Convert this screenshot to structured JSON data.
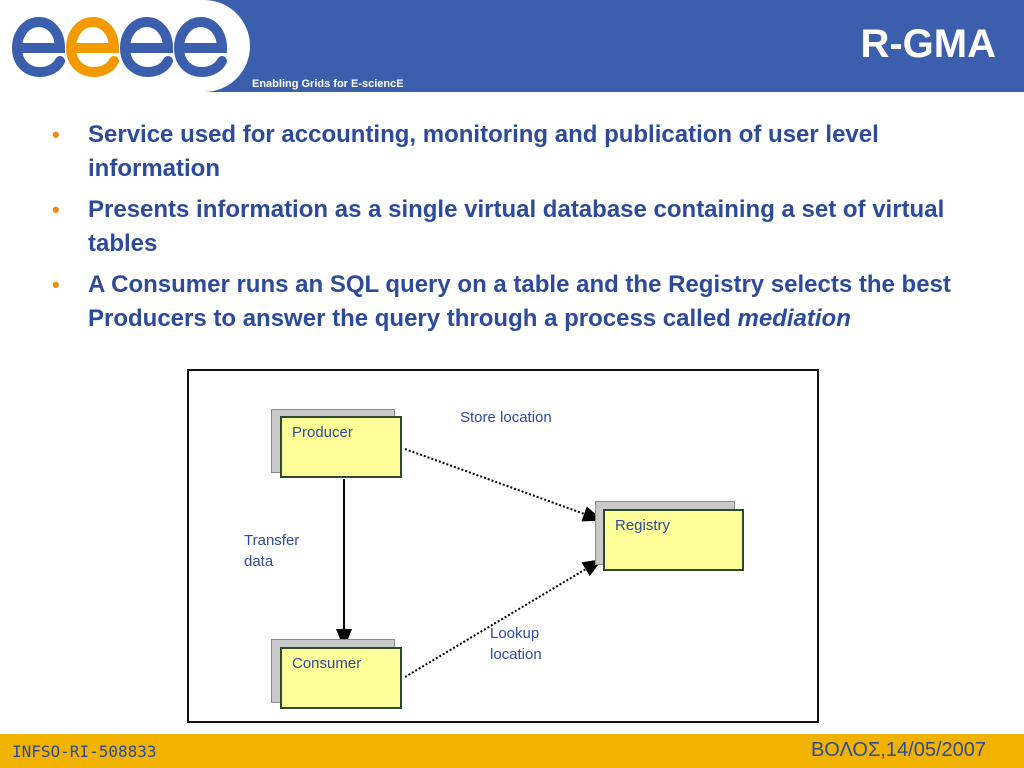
{
  "header": {
    "logo_text": "egee",
    "tagline": "Enabling Grids for E-sciencE",
    "title": "R-GMA",
    "colors": {
      "band": "#3b5fac",
      "logo_blue": "#3b5fac",
      "logo_orange": "#f39a00"
    }
  },
  "bullets": [
    {
      "text": "Service used for accounting, monitoring and publication of user level information"
    },
    {
      "text": "Presents information as a single virtual database containing a set of virtual tables"
    },
    {
      "text": "A Consumer runs an SQL query on a table and the Registry selects the best Producers to answer the query through a process called ",
      "emphasis": "mediation"
    }
  ],
  "diagram": {
    "producer": "Producer",
    "registry": "Registry",
    "consumer": "Consumer",
    "store_location": "Store location",
    "transfer_line1": "Transfer",
    "transfer_line2": "data",
    "lookup_line1": "Lookup",
    "lookup_line2": "location"
  },
  "footer": {
    "left": "INFSO-RI-508833",
    "right": "ΒΟΛΟΣ,14/05/2007"
  }
}
